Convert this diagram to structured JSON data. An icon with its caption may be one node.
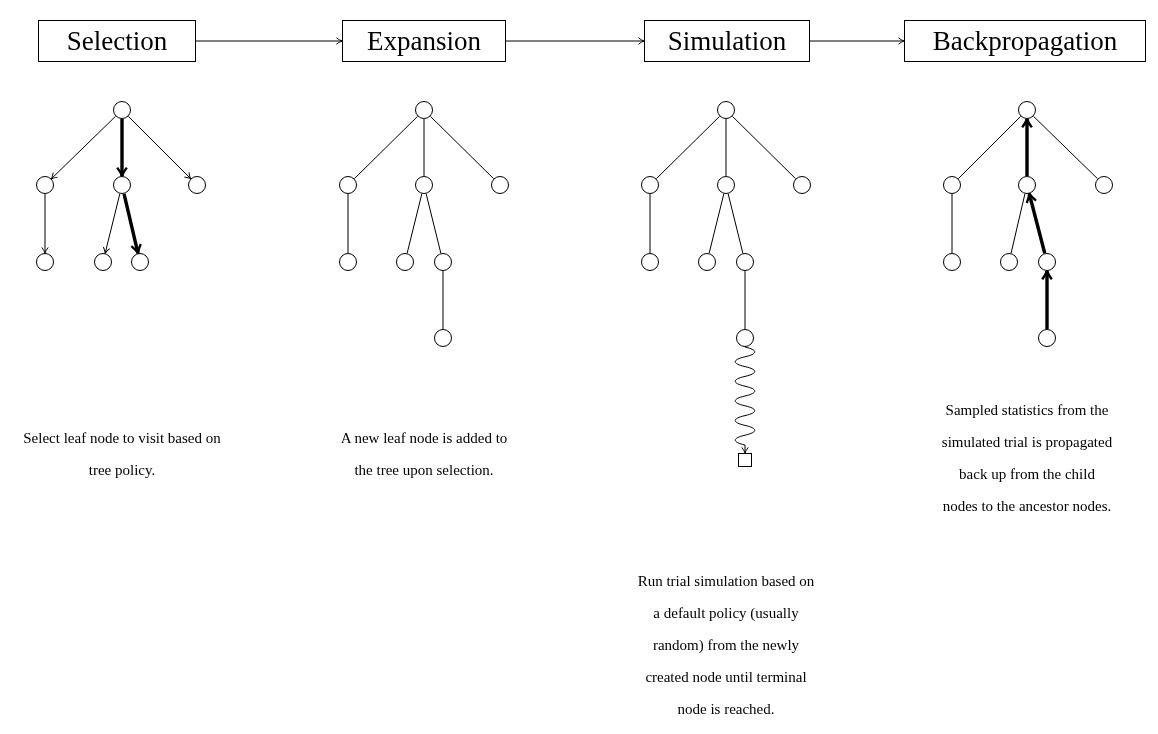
{
  "diagram": {
    "nodes": [
      {
        "text": [
          "Selection"
        ]
      },
      {
        "text": [
          "Expansion"
        ]
      },
      {
        "text": [
          "Simulation"
        ]
      },
      {
        "text": [
          "Backpropagation"
        ]
      },
      {
        "text": [],
        "shape": "circle"
      },
      {
        "text": [],
        "shape": "circle"
      },
      {
        "text": [],
        "shape": "circle"
      },
      {
        "text": [],
        "shape": "circle"
      },
      {
        "text": [],
        "shape": "circle"
      },
      {
        "text": [],
        "shape": "circle"
      },
      {
        "text": [],
        "shape": "circle"
      },
      {
        "text": [],
        "shape": "circle"
      },
      {
        "text": [],
        "shape": "circle"
      },
      {
        "text": [],
        "shape": "circle"
      },
      {
        "text": [],
        "shape": "circle"
      },
      {
        "text": [],
        "shape": "circle"
      },
      {
        "text": [],
        "shape": "circle"
      },
      {
        "text": [],
        "shape": "circle"
      },
      {
        "text": [],
        "shape": "circle"
      },
      {
        "text": [],
        "shape": "circle"
      },
      {
        "text": [],
        "shape": "circle"
      },
      {
        "text": [],
        "shape": "circle"
      },
      {
        "text": [],
        "shape": "circle"
      },
      {
        "text": [],
        "shape": "circle"
      },
      {
        "text": [],
        "shape": "circle"
      },
      {
        "text": [],
        "shape": "circle"
      },
      {
        "text": [],
        "shape": "circle"
      },
      {
        "text": [],
        "shape": "box"
      },
      {
        "text": [],
        "shape": "circle"
      },
      {
        "text": [],
        "shape": "circle"
      },
      {
        "text": [],
        "shape": "circle"
      },
      {
        "text": [],
        "shape": "circle"
      },
      {
        "text": [],
        "shape": "circle"
      },
      {
        "text": [],
        "shape": "circle"
      },
      {
        "text": [],
        "shape": "circle"
      },
      {
        "text": [],
        "shape": "circle"
      }
    ],
    "edges": [
      {
        "from": 0,
        "to": 1,
        "arrow": "to"
      },
      {
        "from": 1,
        "to": 2,
        "arrow": "to"
      },
      {
        "from": 2,
        "to": 3,
        "arrow": "to"
      },
      {
        "from": 4,
        "to": 5,
        "arrow": "to"
      },
      {
        "from": 4,
        "to": 6,
        "arrow": "to",
        "style": "thick"
      },
      {
        "from": 4,
        "to": 7,
        "arrow": "to"
      },
      {
        "from": 5,
        "to": 8,
        "arrow": "to"
      },
      {
        "from": 6,
        "to": 9,
        "arrow": "to"
      },
      {
        "from": 6,
        "to": 10,
        "arrow": "to",
        "style": "thick"
      },
      {
        "from": 11,
        "to": 12,
        "arrow": "none"
      },
      {
        "from": 11,
        "to": 13,
        "arrow": "none"
      },
      {
        "from": 11,
        "to": 14,
        "arrow": "none"
      },
      {
        "from": 12,
        "to": 15,
        "arrow": "none"
      },
      {
        "from": 13,
        "to": 16,
        "arrow": "none"
      },
      {
        "from": 13,
        "to": 17,
        "arrow": "none"
      },
      {
        "from": 17,
        "to": 18,
        "arrow": "none"
      },
      {
        "from": 19,
        "to": 20,
        "arrow": "none"
      },
      {
        "from": 19,
        "to": 21,
        "arrow": "none"
      },
      {
        "from": 19,
        "to": 22,
        "arrow": "none"
      },
      {
        "from": 20,
        "to": 23,
        "arrow": "none"
      },
      {
        "from": 21,
        "to": 24,
        "arrow": "none"
      },
      {
        "from": 21,
        "to": 25,
        "arrow": "none"
      },
      {
        "from": 25,
        "to": 26,
        "arrow": "none"
      },
      {
        "from": 26,
        "to": 27,
        "arrow": "to"
      },
      {
        "from": 28,
        "to": 29,
        "arrow": "none"
      },
      {
        "from": 30,
        "to": 28,
        "arrow": "to",
        "style": "thick"
      },
      {
        "from": 28,
        "to": 31,
        "arrow": "none"
      },
      {
        "from": 29,
        "to": 32,
        "arrow": "none"
      },
      {
        "from": 30,
        "to": 33,
        "arrow": "none"
      },
      {
        "from": 34,
        "to": 30,
        "arrow": "to",
        "style": "thick"
      },
      {
        "from": 35,
        "to": 34,
        "arrow": "to",
        "style": "thick"
      }
    ],
    "labels": [
      "Select leaf node to visit based on tree policy.",
      "A new leaf node is added to the tree upon selection.",
      "Run trial simulation based on a default policy (usually random) from the newly created node until terminal node is reached.",
      "Sampled statistics from the simulated trial is propagated back up from the child nodes to the ancestor nodes."
    ]
  }
}
